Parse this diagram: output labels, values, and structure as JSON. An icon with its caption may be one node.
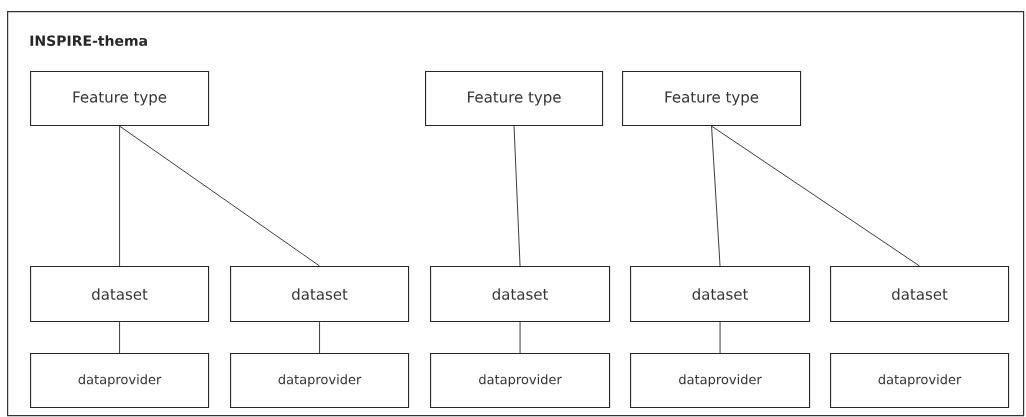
{
  "diagram": {
    "nodes": [
      {
        "text": [
          "INSPIRE-thema"
        ]
      },
      {
        "text": [
          "Feature type"
        ],
        "in": 0
      },
      {
        "text": [
          "Feature type"
        ],
        "in": 0
      },
      {
        "text": [
          "Feature type"
        ],
        "in": 0
      },
      {
        "text": [
          "dataset"
        ],
        "in": 0
      },
      {
        "text": [
          "dataset"
        ],
        "in": 0
      },
      {
        "text": [
          "dataset"
        ],
        "in": 0
      },
      {
        "text": [
          "dataset"
        ],
        "in": 0
      },
      {
        "text": [
          "dataset"
        ],
        "in": 0
      },
      {
        "text": [
          "dataprovider"
        ],
        "in": 0
      },
      {
        "text": [
          "dataprovider"
        ],
        "in": 0
      },
      {
        "text": [
          "dataprovider"
        ],
        "in": 0
      },
      {
        "text": [
          "dataprovider"
        ],
        "in": 0
      },
      {
        "text": [
          "dataprovider"
        ],
        "in": 0
      }
    ],
    "edges": [
      {
        "from": 1,
        "to": 4,
        "arrow": "none"
      },
      {
        "from": 1,
        "to": 5,
        "arrow": "none"
      },
      {
        "from": 2,
        "to": 6,
        "arrow": "none"
      },
      {
        "from": 3,
        "to": 7,
        "arrow": "none"
      },
      {
        "from": 3,
        "to": 8,
        "arrow": "none"
      },
      {
        "from": 4,
        "to": 9,
        "arrow": "none"
      },
      {
        "from": 5,
        "to": 10,
        "arrow": "none"
      },
      {
        "from": 6,
        "to": 11,
        "arrow": "none"
      },
      {
        "from": 7,
        "to": 12,
        "arrow": "none"
      }
    ]
  }
}
